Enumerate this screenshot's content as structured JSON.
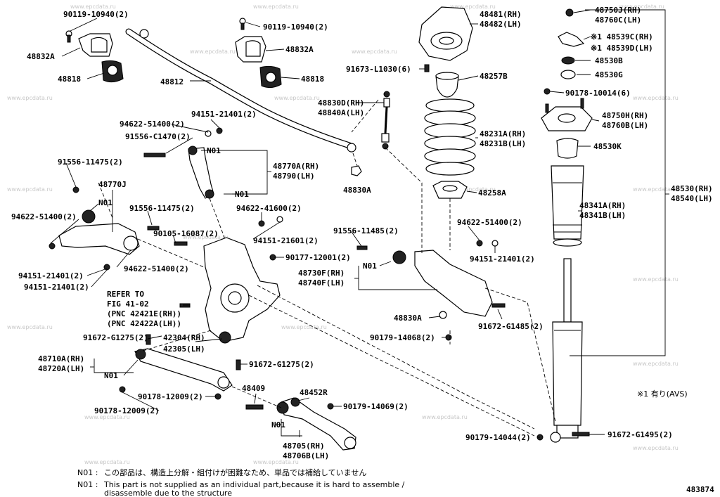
{
  "watermark": "www.epcdata.ru",
  "diagram_id": "483874",
  "callouts": [
    {
      "id": "c1",
      "text": "90119-10940(2)"
    },
    {
      "id": "c2",
      "text": "48832A"
    },
    {
      "id": "c3",
      "text": "48818"
    },
    {
      "id": "c4",
      "text": "90119-10940(2)"
    },
    {
      "id": "c5",
      "text": "48832A"
    },
    {
      "id": "c6",
      "text": "48818"
    },
    {
      "id": "c7",
      "text": "48812"
    },
    {
      "id": "c8",
      "text": "48481(RH)"
    },
    {
      "id": "c9",
      "text": "48482(LH)"
    },
    {
      "id": "c10",
      "text": "91673-L1030(6)"
    },
    {
      "id": "c11",
      "text": "48257B"
    },
    {
      "id": "c12",
      "text": "48830D(RH)"
    },
    {
      "id": "c13",
      "text": "48840A(LH)"
    },
    {
      "id": "c14",
      "text": "48231A(RH)"
    },
    {
      "id": "c15",
      "text": "48231B(LH)"
    },
    {
      "id": "c16",
      "text": "48830A"
    },
    {
      "id": "c17",
      "text": "48258A"
    },
    {
      "id": "c18",
      "text": "48750J(RH)"
    },
    {
      "id": "c19",
      "text": "48760C(LH)"
    },
    {
      "id": "c20",
      "text": "※1 48539C(RH)"
    },
    {
      "id": "c21",
      "text": "※1 48539D(LH)"
    },
    {
      "id": "c22",
      "text": "48530B"
    },
    {
      "id": "c23",
      "text": "48530G"
    },
    {
      "id": "c24",
      "text": "90178-10014(6)"
    },
    {
      "id": "c25",
      "text": "48750H(RH)"
    },
    {
      "id": "c26",
      "text": "48760B(LH)"
    },
    {
      "id": "c27",
      "text": "48530K"
    },
    {
      "id": "c28",
      "text": "48530(RH)"
    },
    {
      "id": "c29",
      "text": "48540(LH)"
    },
    {
      "id": "c30",
      "text": "48341A(RH)"
    },
    {
      "id": "c31",
      "text": "48341B(LH)"
    },
    {
      "id": "c32",
      "text": "94151-21401(2)"
    },
    {
      "id": "c33",
      "text": "94622-51400(2)"
    },
    {
      "id": "c34",
      "text": "91556-C1470(2)"
    },
    {
      "id": "c35",
      "text": "N01"
    },
    {
      "id": "c36",
      "text": "91556-11475(2)"
    },
    {
      "id": "c37",
      "text": "48770A(RH)"
    },
    {
      "id": "c38",
      "text": "48790(LH)"
    },
    {
      "id": "c39",
      "text": "N01"
    },
    {
      "id": "c40",
      "text": "48770J"
    },
    {
      "id": "c41",
      "text": "N01"
    },
    {
      "id": "c42",
      "text": "94622-51400(2)"
    },
    {
      "id": "c43",
      "text": "91556-11475(2)"
    },
    {
      "id": "c44",
      "text": "94622-41600(2)"
    },
    {
      "id": "c45",
      "text": "90105-16087(2)"
    },
    {
      "id": "c46",
      "text": "94151-21601(2)"
    },
    {
      "id": "c47",
      "text": "91556-11485(2)"
    },
    {
      "id": "c48",
      "text": "94622-51400(2)"
    },
    {
      "id": "c49",
      "text": "94151-21401(2)"
    },
    {
      "id": "c50",
      "text": "90177-12001(2)"
    },
    {
      "id": "c51",
      "text": "94151-21401(2)"
    },
    {
      "id": "c52",
      "text": "94151-21401(2)"
    },
    {
      "id": "c53",
      "text": "94622-51400(2)"
    },
    {
      "id": "c54",
      "text": "N01"
    },
    {
      "id": "c55",
      "text": "48730F(RH)"
    },
    {
      "id": "c56",
      "text": "48740F(LH)"
    },
    {
      "id": "c57",
      "text": "REFER TO"
    },
    {
      "id": "c58",
      "text": "FIG 41-02"
    },
    {
      "id": "c59",
      "text": "(PNC 42421E(RH))"
    },
    {
      "id": "c60",
      "text": "(PNC 42422A(LH))"
    },
    {
      "id": "c61",
      "text": "48830A"
    },
    {
      "id": "c62",
      "text": "91672-G1485(2)"
    },
    {
      "id": "c63",
      "text": "91672-G1275(2)"
    },
    {
      "id": "c64",
      "text": "42304(RH)"
    },
    {
      "id": "c65",
      "text": "42305(LH)"
    },
    {
      "id": "c66",
      "text": "90179-14068(2)"
    },
    {
      "id": "c67",
      "text": "48710A(RH)"
    },
    {
      "id": "c68",
      "text": "48720A(LH)"
    },
    {
      "id": "c69",
      "text": "91672-G1275(2)"
    },
    {
      "id": "c70",
      "text": "N01"
    },
    {
      "id": "c71",
      "text": "48409"
    },
    {
      "id": "c72",
      "text": "48452R"
    },
    {
      "id": "c73",
      "text": "90178-12009(2)"
    },
    {
      "id": "c74",
      "text": "90179-14069(2)"
    },
    {
      "id": "c75",
      "text": "90178-12009(2)"
    },
    {
      "id": "c76",
      "text": "N01"
    },
    {
      "id": "c77",
      "text": "48705(RH)"
    },
    {
      "id": "c78",
      "text": "48706B(LH)"
    },
    {
      "id": "c79",
      "text": "90179-14044(2)"
    },
    {
      "id": "c80",
      "text": "91672-G1495(2)"
    },
    {
      "id": "c81",
      "text": "※1 有り(AVS)"
    }
  ],
  "notes": [
    {
      "prefix": "N01 :",
      "text": "この部品は、構造上分解・組付けが困難なため、単品では補給していません"
    },
    {
      "prefix": "N01 :",
      "text": "This part is not supplied as an individual part,because it is hard to assemble /"
    },
    {
      "prefix": "",
      "text": "disassemble due to the structure"
    }
  ]
}
